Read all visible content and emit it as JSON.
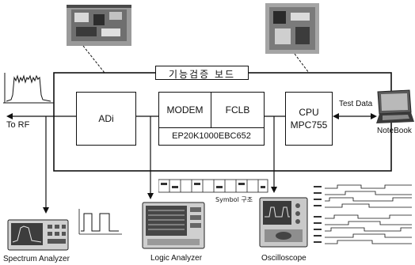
{
  "board": {
    "title": "기능검증 보드",
    "adc_label": "ADi",
    "modem_label": "MODEM",
    "fclb_label": "FCLB",
    "fpga_label": "EP20K1000EBC652",
    "cpu_line1": "CPU",
    "cpu_line2": "MPC755"
  },
  "links": {
    "to_rf": "To RF",
    "test_data": "Test Data"
  },
  "instruments": {
    "notebook": "NoteBook",
    "spectrum_analyzer": "Spectrum Analyzer",
    "logic_analyzer": "Logic Analyzer",
    "oscilloscope": "Oscilloscope"
  },
  "symbol_caption": "Symbol 구조",
  "colors": {
    "line": "#111111",
    "background": "#ffffff"
  }
}
